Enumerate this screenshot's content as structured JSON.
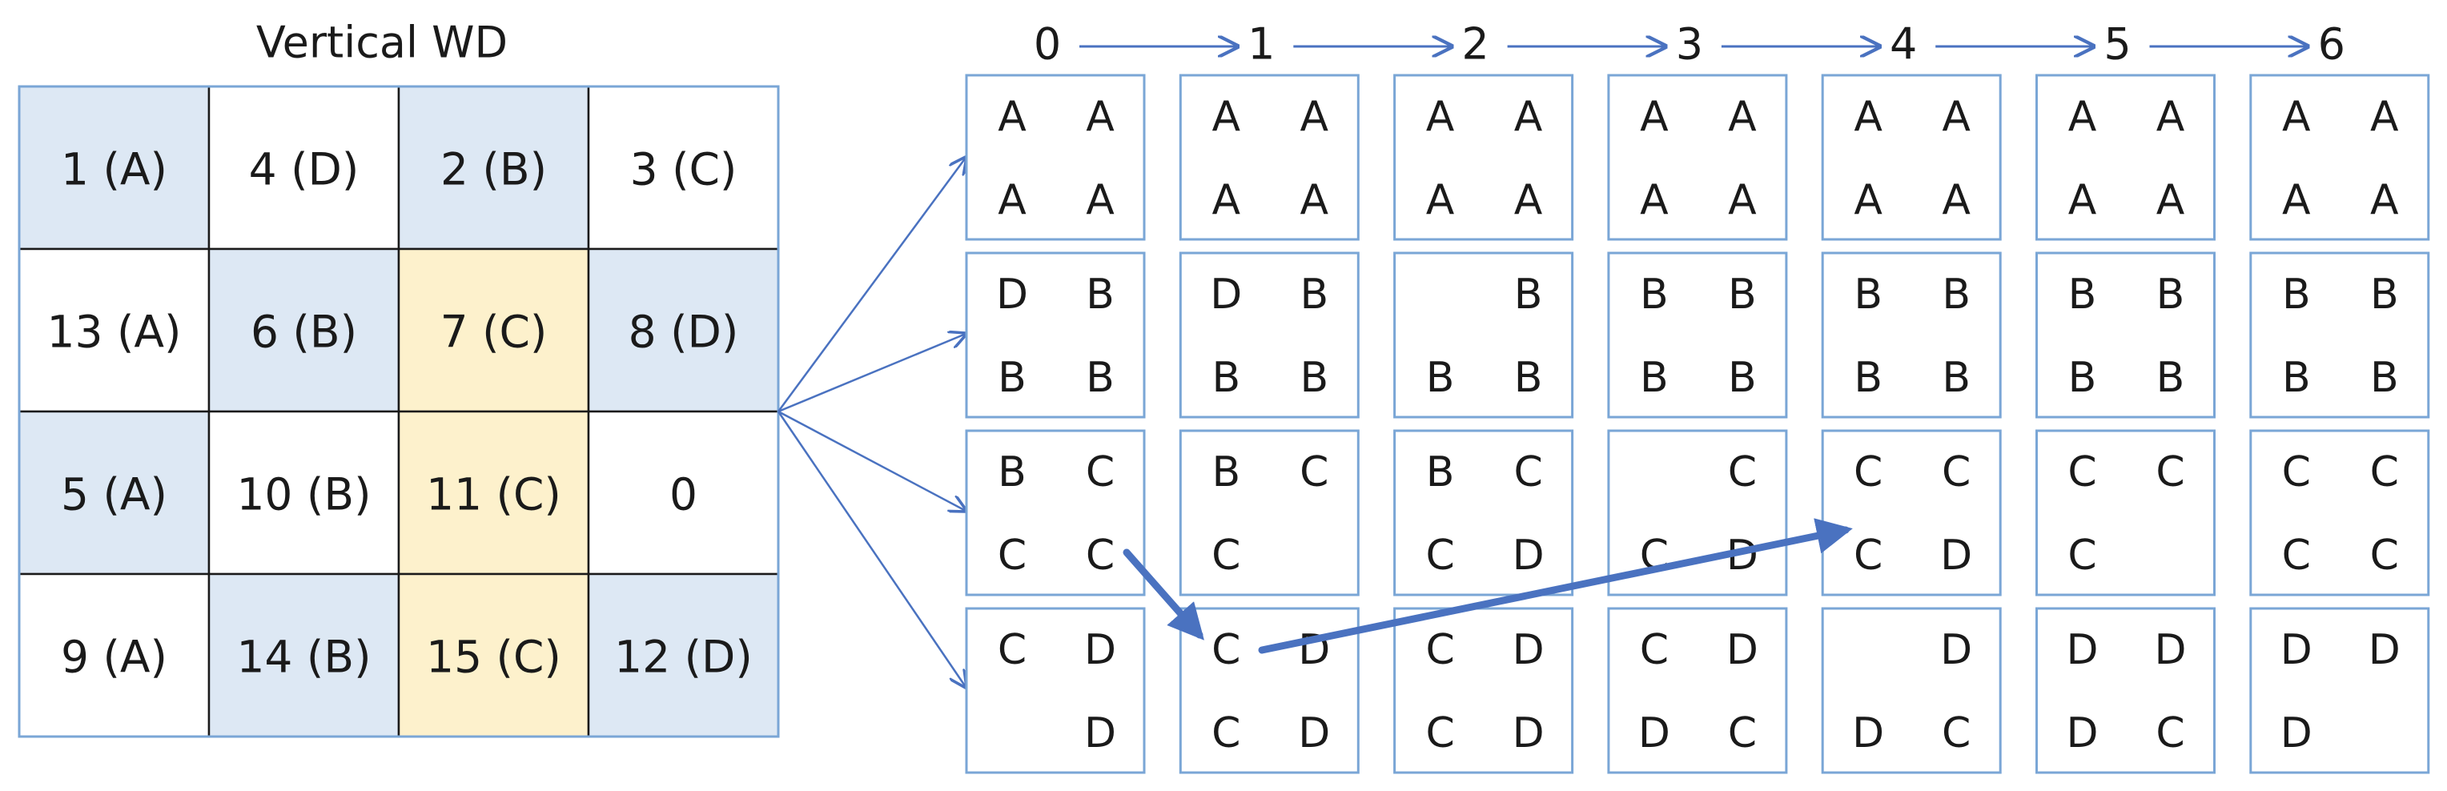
{
  "title": "Vertical WD",
  "colors": {
    "blue_fill": "#dde8f4",
    "yellow_fill": "#fdf1cc",
    "white_fill": "#ffffff",
    "grid_line": "#1a1a1a",
    "outer_border": "#7aa6d6",
    "block_border": "#7aa6d6",
    "arrow": "#4a72c0"
  },
  "grid": {
    "rows": [
      [
        {
          "text": "1 (A)",
          "fill": "blue"
        },
        {
          "text": "4 (D)",
          "fill": "white"
        },
        {
          "text": "2 (B)",
          "fill": "blue"
        },
        {
          "text": "3 (C)",
          "fill": "white"
        }
      ],
      [
        {
          "text": "13 (A)",
          "fill": "white"
        },
        {
          "text": "6 (B)",
          "fill": "blue"
        },
        {
          "text": "7 (C)",
          "fill": "yellow"
        },
        {
          "text": "8 (D)",
          "fill": "blue"
        }
      ],
      [
        {
          "text": "5 (A)",
          "fill": "blue"
        },
        {
          "text": "10 (B)",
          "fill": "white"
        },
        {
          "text": "11 (C)",
          "fill": "yellow"
        },
        {
          "text": "0",
          "fill": "white"
        }
      ],
      [
        {
          "text": "9 (A)",
          "fill": "white"
        },
        {
          "text": "14 (B)",
          "fill": "blue"
        },
        {
          "text": "15 (C)",
          "fill": "yellow"
        },
        {
          "text": "12 (D)",
          "fill": "blue"
        }
      ]
    ]
  },
  "steps": [
    {
      "label": "0",
      "blocks": [
        [
          "A",
          "A",
          "A",
          "A"
        ],
        [
          "D",
          "B",
          "B",
          "B"
        ],
        [
          "B",
          "C",
          "C",
          "C"
        ],
        [
          "C",
          "D",
          "",
          "D"
        ]
      ]
    },
    {
      "label": "1",
      "blocks": [
        [
          "A",
          "A",
          "A",
          "A"
        ],
        [
          "D",
          "B",
          "B",
          "B"
        ],
        [
          "B",
          "C",
          "C",
          ""
        ],
        [
          "C",
          "D",
          "C",
          "D"
        ]
      ]
    },
    {
      "label": "2",
      "blocks": [
        [
          "A",
          "A",
          "A",
          "A"
        ],
        [
          "",
          "B",
          "B",
          "B"
        ],
        [
          "B",
          "C",
          "C",
          "D"
        ],
        [
          "C",
          "D",
          "C",
          "D"
        ]
      ]
    },
    {
      "label": "3",
      "blocks": [
        [
          "A",
          "A",
          "A",
          "A"
        ],
        [
          "B",
          "B",
          "B",
          "B"
        ],
        [
          "",
          "C",
          "C",
          "D"
        ],
        [
          "C",
          "D",
          "D",
          "C"
        ]
      ]
    },
    {
      "label": "4",
      "blocks": [
        [
          "A",
          "A",
          "A",
          "A"
        ],
        [
          "B",
          "B",
          "B",
          "B"
        ],
        [
          "C",
          "C",
          "C",
          "D"
        ],
        [
          "",
          "D",
          "D",
          "C"
        ]
      ]
    },
    {
      "label": "5",
      "blocks": [
        [
          "A",
          "A",
          "A",
          "A"
        ],
        [
          "B",
          "B",
          "B",
          "B"
        ],
        [
          "C",
          "C",
          "C",
          ""
        ],
        [
          "D",
          "D",
          "D",
          "C"
        ]
      ]
    },
    {
      "label": "6",
      "blocks": [
        [
          "A",
          "A",
          "A",
          "A"
        ],
        [
          "B",
          "B",
          "B",
          "B"
        ],
        [
          "C",
          "C",
          "C",
          "C"
        ],
        [
          "D",
          "D",
          "D",
          ""
        ]
      ]
    }
  ]
}
